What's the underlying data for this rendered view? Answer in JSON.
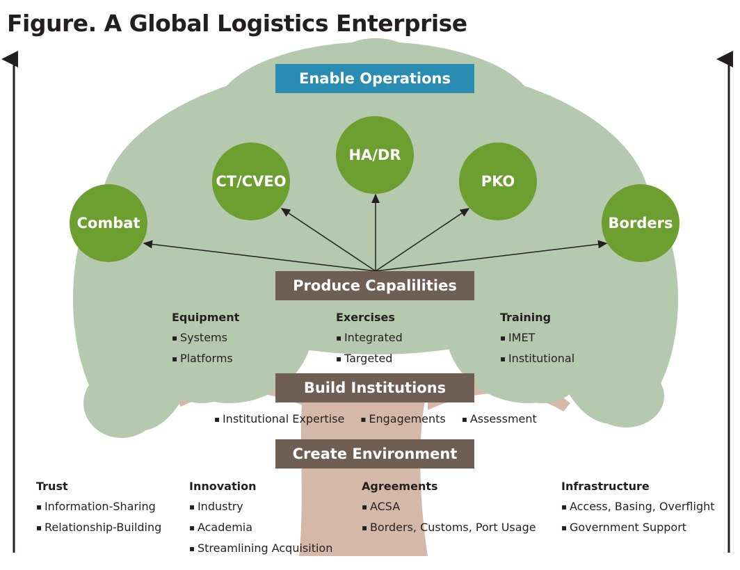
{
  "title": "Figure. A Global Logistics Enterprise",
  "colors": {
    "blue_box": "#2a8cb1",
    "brown_box": "#6e5e54",
    "circle": "#6c9e30",
    "canopy": "#b4c9ae",
    "trunk": "#d4b9a8"
  },
  "enable": "Enable Operations",
  "operations": [
    "Combat",
    "CT/CVEO",
    "HA/DR",
    "PKO",
    "Borders"
  ],
  "produce": "Produce Capalilities",
  "capabilities": [
    {
      "heading": "Equipment",
      "items": [
        "Systems",
        "Platforms"
      ]
    },
    {
      "heading": "Exercises",
      "items": [
        "Integrated",
        "Targeted"
      ]
    },
    {
      "heading": "Training",
      "items": [
        "IMET",
        "Institutional"
      ]
    }
  ],
  "build": "Build Institutions",
  "build_items": [
    "Institutional Expertise",
    "Engagements",
    "Assessment"
  ],
  "create": "Create Environment",
  "environment": [
    {
      "heading": "Trust",
      "items": [
        "Information-Sharing",
        "Relationship-Building"
      ]
    },
    {
      "heading": "Innovation",
      "items": [
        "Industry",
        "Academia",
        "Streamlining Acquisition"
      ]
    },
    {
      "heading": "Agreements",
      "items": [
        "ACSA",
        "Borders, Customs, Port Usage"
      ]
    },
    {
      "heading": "Infrastructure",
      "items": [
        "Access, Basing, Overflight",
        "Government Support"
      ]
    }
  ]
}
